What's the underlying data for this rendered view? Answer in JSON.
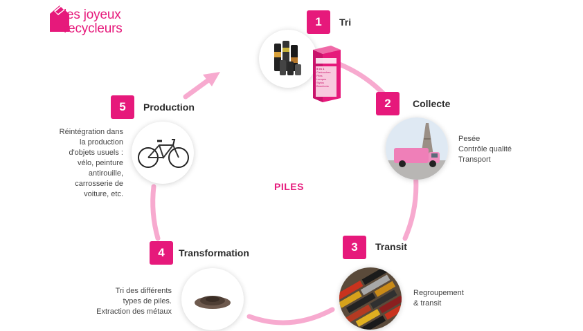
{
  "logo": {
    "line1": "les joyeux",
    "line2": "recycleurs",
    "icon": "logo-house-icon"
  },
  "center_label": "PILES",
  "steps": [
    {
      "number": "1",
      "title": "Tri",
      "description": []
    },
    {
      "number": "2",
      "title": "Collecte",
      "description": [
        "Pesée",
        "Contrôle qualité",
        "Transport"
      ]
    },
    {
      "number": "3",
      "title": "Transit",
      "description": [
        "Regroupement",
        "& transit"
      ]
    },
    {
      "number": "4",
      "title": "Transformation",
      "description": [
        "Tri des différents",
        "types de piles.",
        "Extraction des métaux"
      ]
    },
    {
      "number": "5",
      "title": "Production",
      "description": [
        "Réintégration dans",
        "la production",
        "d'objets usuels :",
        "vélo, peinture",
        "antirouille,",
        "carrosserie de",
        "voiture, etc."
      ]
    }
  ],
  "box_text": {
    "line1": "5 en 1",
    "line2": "Cartouches",
    "line3": "Piles",
    "line4": "Lampes",
    "line5": "Stylos",
    "line6": "Bouchons"
  },
  "colors": {
    "accent": "#e6197b",
    "cycle": "#f39ac6"
  }
}
